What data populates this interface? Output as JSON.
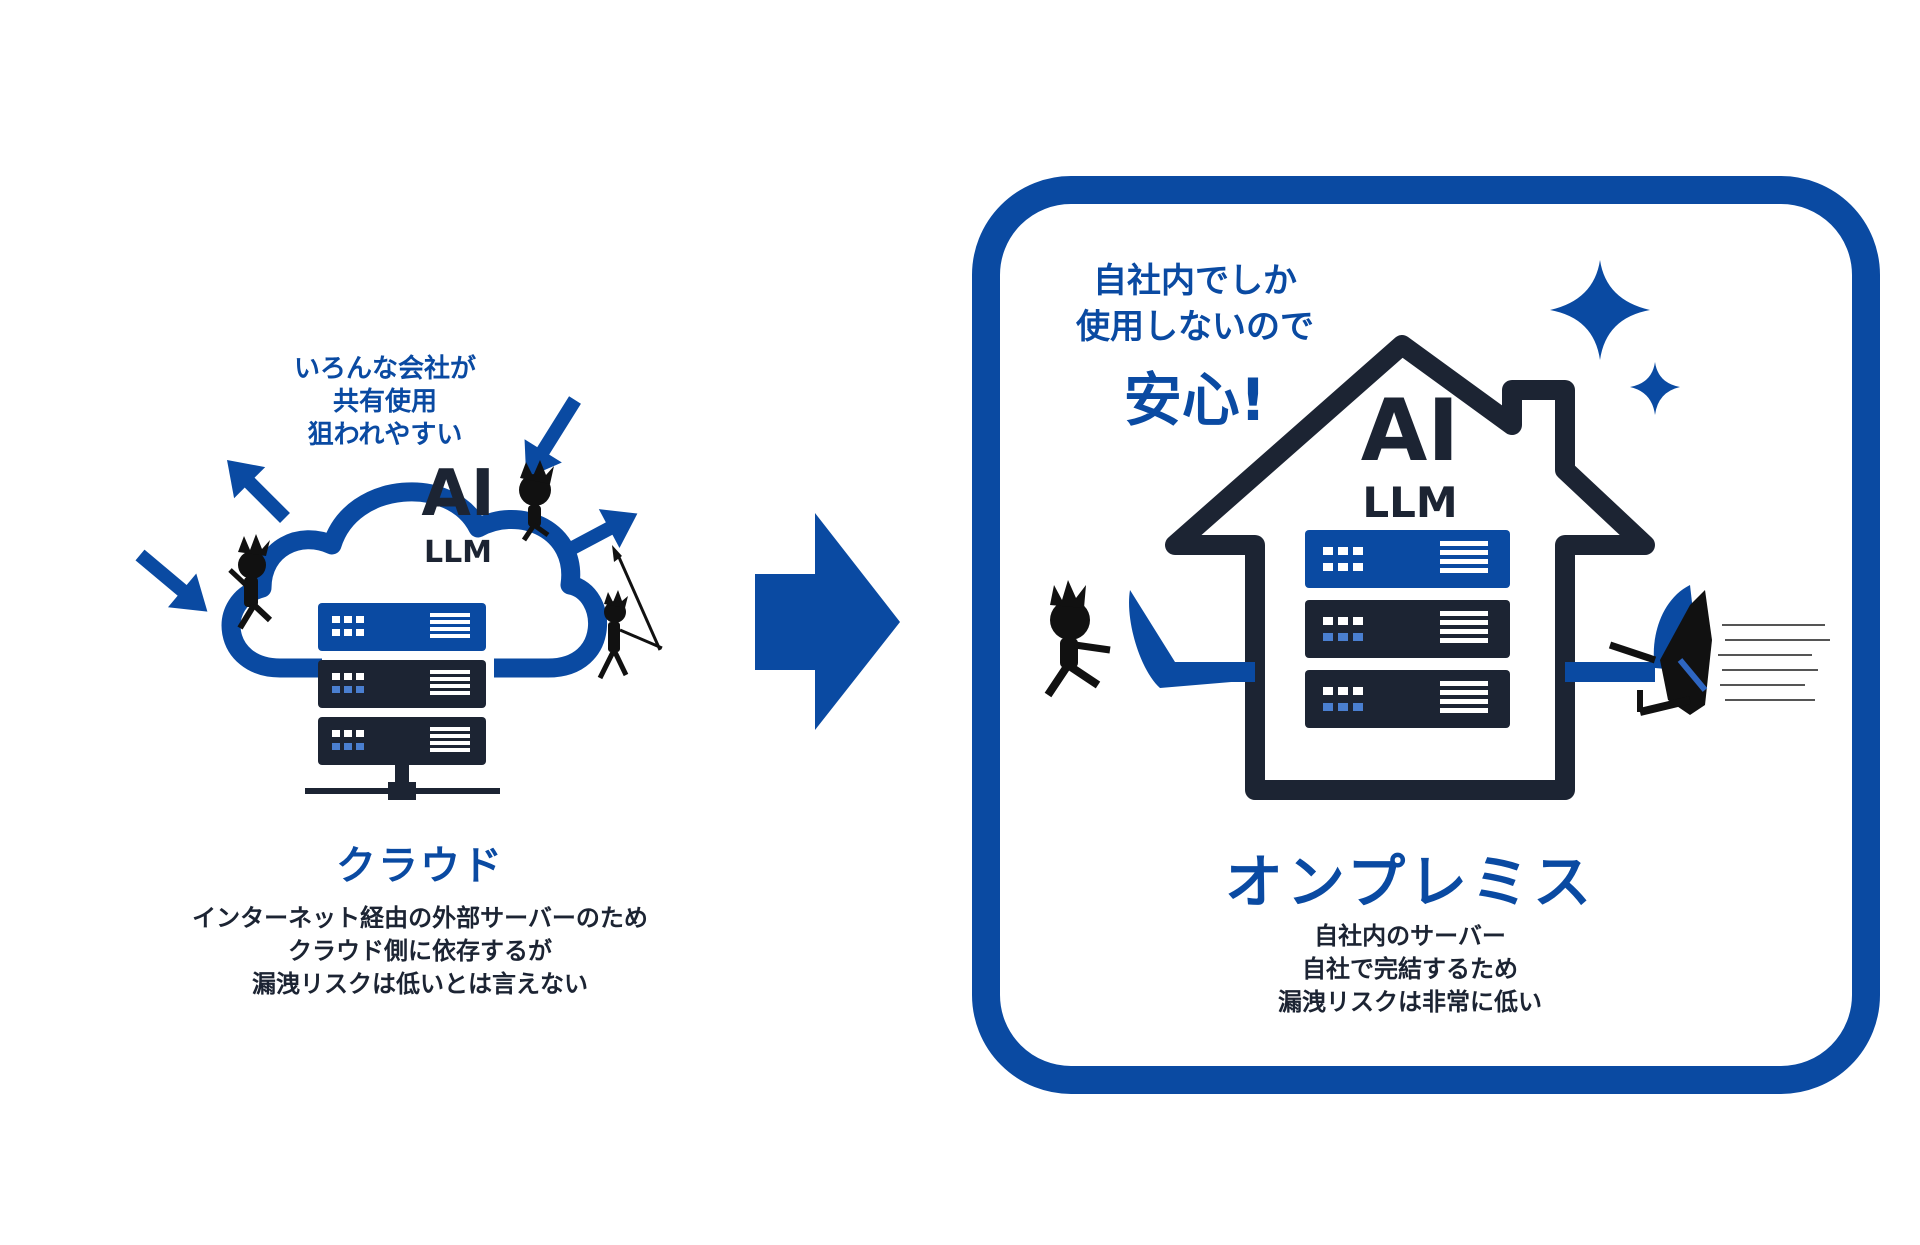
{
  "cloud": {
    "tagline": [
      "いろんな会社が",
      "共有使用",
      "狙われやすい"
    ],
    "ai_label": "AI",
    "llm_label": "LLM",
    "title": "クラウド",
    "description": [
      "インターネット経由の外部サーバーのため",
      "クラウド側に依存するが",
      "漏洩リスクは低いとは言えない"
    ]
  },
  "onprem": {
    "tagline": [
      "自社内でしか",
      "使用しないので"
    ],
    "emphasis": "安心!",
    "ai_label": "AI",
    "llm_label": "LLM",
    "title": "オンプレミス",
    "description": [
      "自社内のサーバー",
      "自社で完結するため",
      "漏洩リスクは非常に低い"
    ]
  },
  "colors": {
    "brand_blue": "#0a4aa2",
    "server_dark": "#1c2433",
    "background": "#ffffff"
  },
  "icons": {
    "transition": "right-arrow-icon",
    "cloud": "cloud-icon",
    "house": "house-icon",
    "server": "server-rack-icon",
    "sparkle": "sparkle-icon",
    "attacker": "attacker-figure-icon"
  }
}
